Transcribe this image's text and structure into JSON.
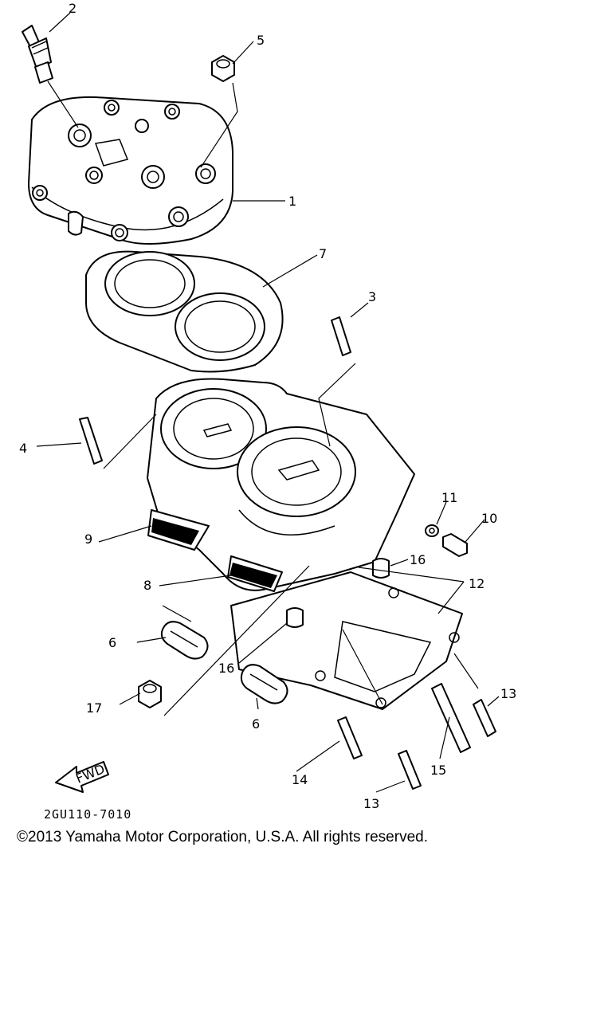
{
  "diagram": {
    "part_numbers": [
      "1",
      "2",
      "3",
      "4",
      "5",
      "6",
      "6",
      "7",
      "8",
      "9",
      "10",
      "11",
      "12",
      "13",
      "13",
      "14",
      "15",
      "16",
      "16",
      "17"
    ],
    "fwd_arrow_label": "FWD",
    "drawing_code": "2GU110-7010"
  },
  "footer": {
    "copyright": "©2013 Yamaha Motor Corporation, U.S.A. All rights reserved."
  }
}
